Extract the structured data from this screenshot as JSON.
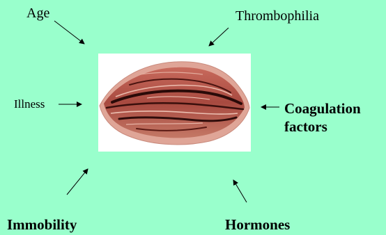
{
  "factors": {
    "top_left": "Age",
    "top_right": "Thrombophilia",
    "left": "Illness",
    "right_line1": "Coagulation",
    "right_line2": "factors",
    "bottom_left": "Immobility",
    "bottom_right": "Hormones"
  },
  "colors": {
    "background": "#99ffcc",
    "tissue": "#b8564a",
    "tissue_dark": "#3a0f0c"
  }
}
